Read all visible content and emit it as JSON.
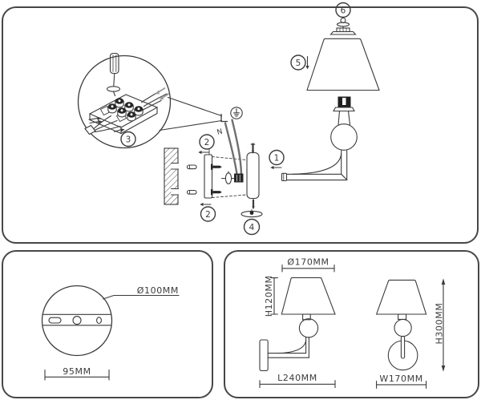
{
  "colors": {
    "line": "#3b3b3b",
    "panel_border": "#474747",
    "wire": "#6f6f6f",
    "dark_fill": "#262626",
    "background": "#ffffff"
  },
  "top_panel": {
    "description": "exploded assembly diagram",
    "callouts": {
      "step1": "1",
      "step2": "2",
      "step3": "3",
      "step4": "4",
      "step5": "5",
      "step6": "6"
    },
    "labels": {
      "neutral": "N"
    },
    "icons": {
      "ground": "earth-ground-symbol",
      "screwdriver": "screwdriver-icon"
    }
  },
  "bottom_left_panel": {
    "dimensions": {
      "plate_diameter": "Ø100MM",
      "hole_spacing": "95MM"
    }
  },
  "bottom_right_panel": {
    "side_view": {
      "shade_diameter": "Ø170MM",
      "shade_height": "H120MM",
      "length": "L240MM"
    },
    "front_view": {
      "width": "W170MM",
      "height": "H300MM"
    }
  }
}
